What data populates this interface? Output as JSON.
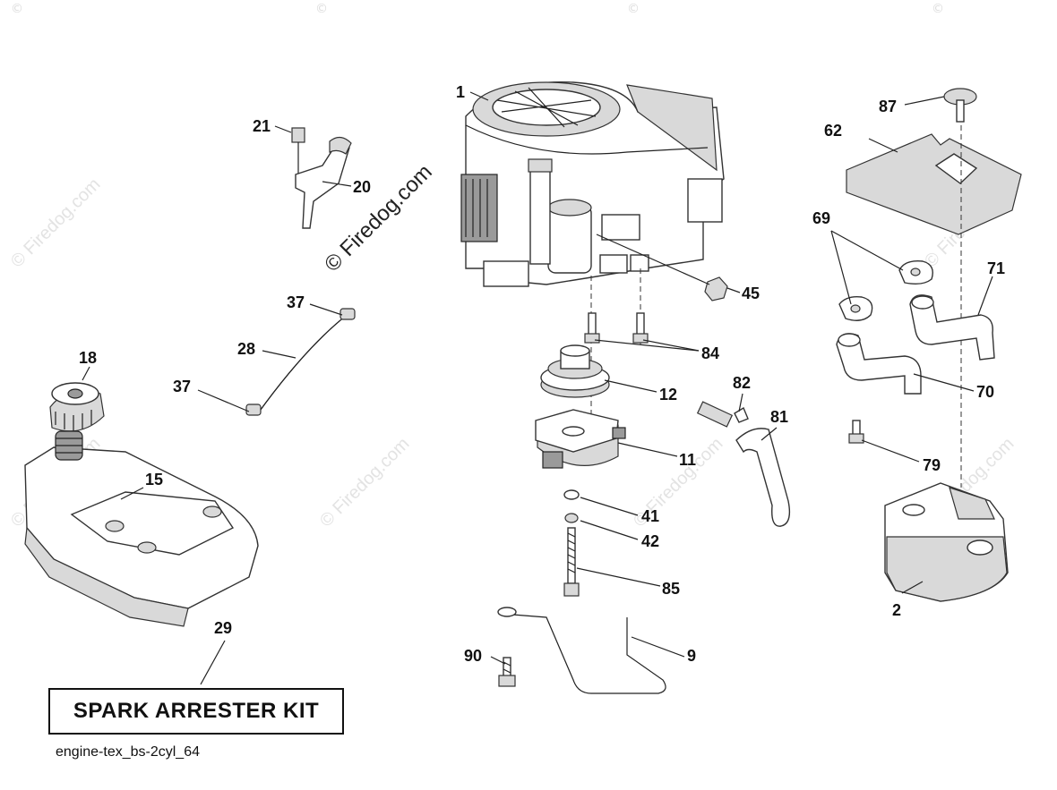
{
  "watermark": {
    "main_text": "© Firedog.com",
    "tile_text": "© Firedog.com",
    "copyright_symbol": "©"
  },
  "kit_label": "SPARK ARRESTER KIT",
  "caption": "engine-tex_bs-2cyl_64",
  "parts": {
    "p1": "1",
    "p2": "2",
    "p9": "9",
    "p11": "11",
    "p12": "12",
    "p15": "15",
    "p18": "18",
    "p20": "20",
    "p21": "21",
    "p28": "28",
    "p29": "29",
    "p37a": "37",
    "p37b": "37",
    "p41": "41",
    "p42": "42",
    "p45": "45",
    "p62": "62",
    "p69": "69",
    "p70": "70",
    "p71": "71",
    "p79": "79",
    "p81": "81",
    "p82": "82",
    "p84": "84",
    "p85": "85",
    "p87": "87",
    "p90": "90"
  },
  "colors": {
    "line": "#222222",
    "shade": "#d9d9d9",
    "watermark": "#e3e3e3"
  }
}
